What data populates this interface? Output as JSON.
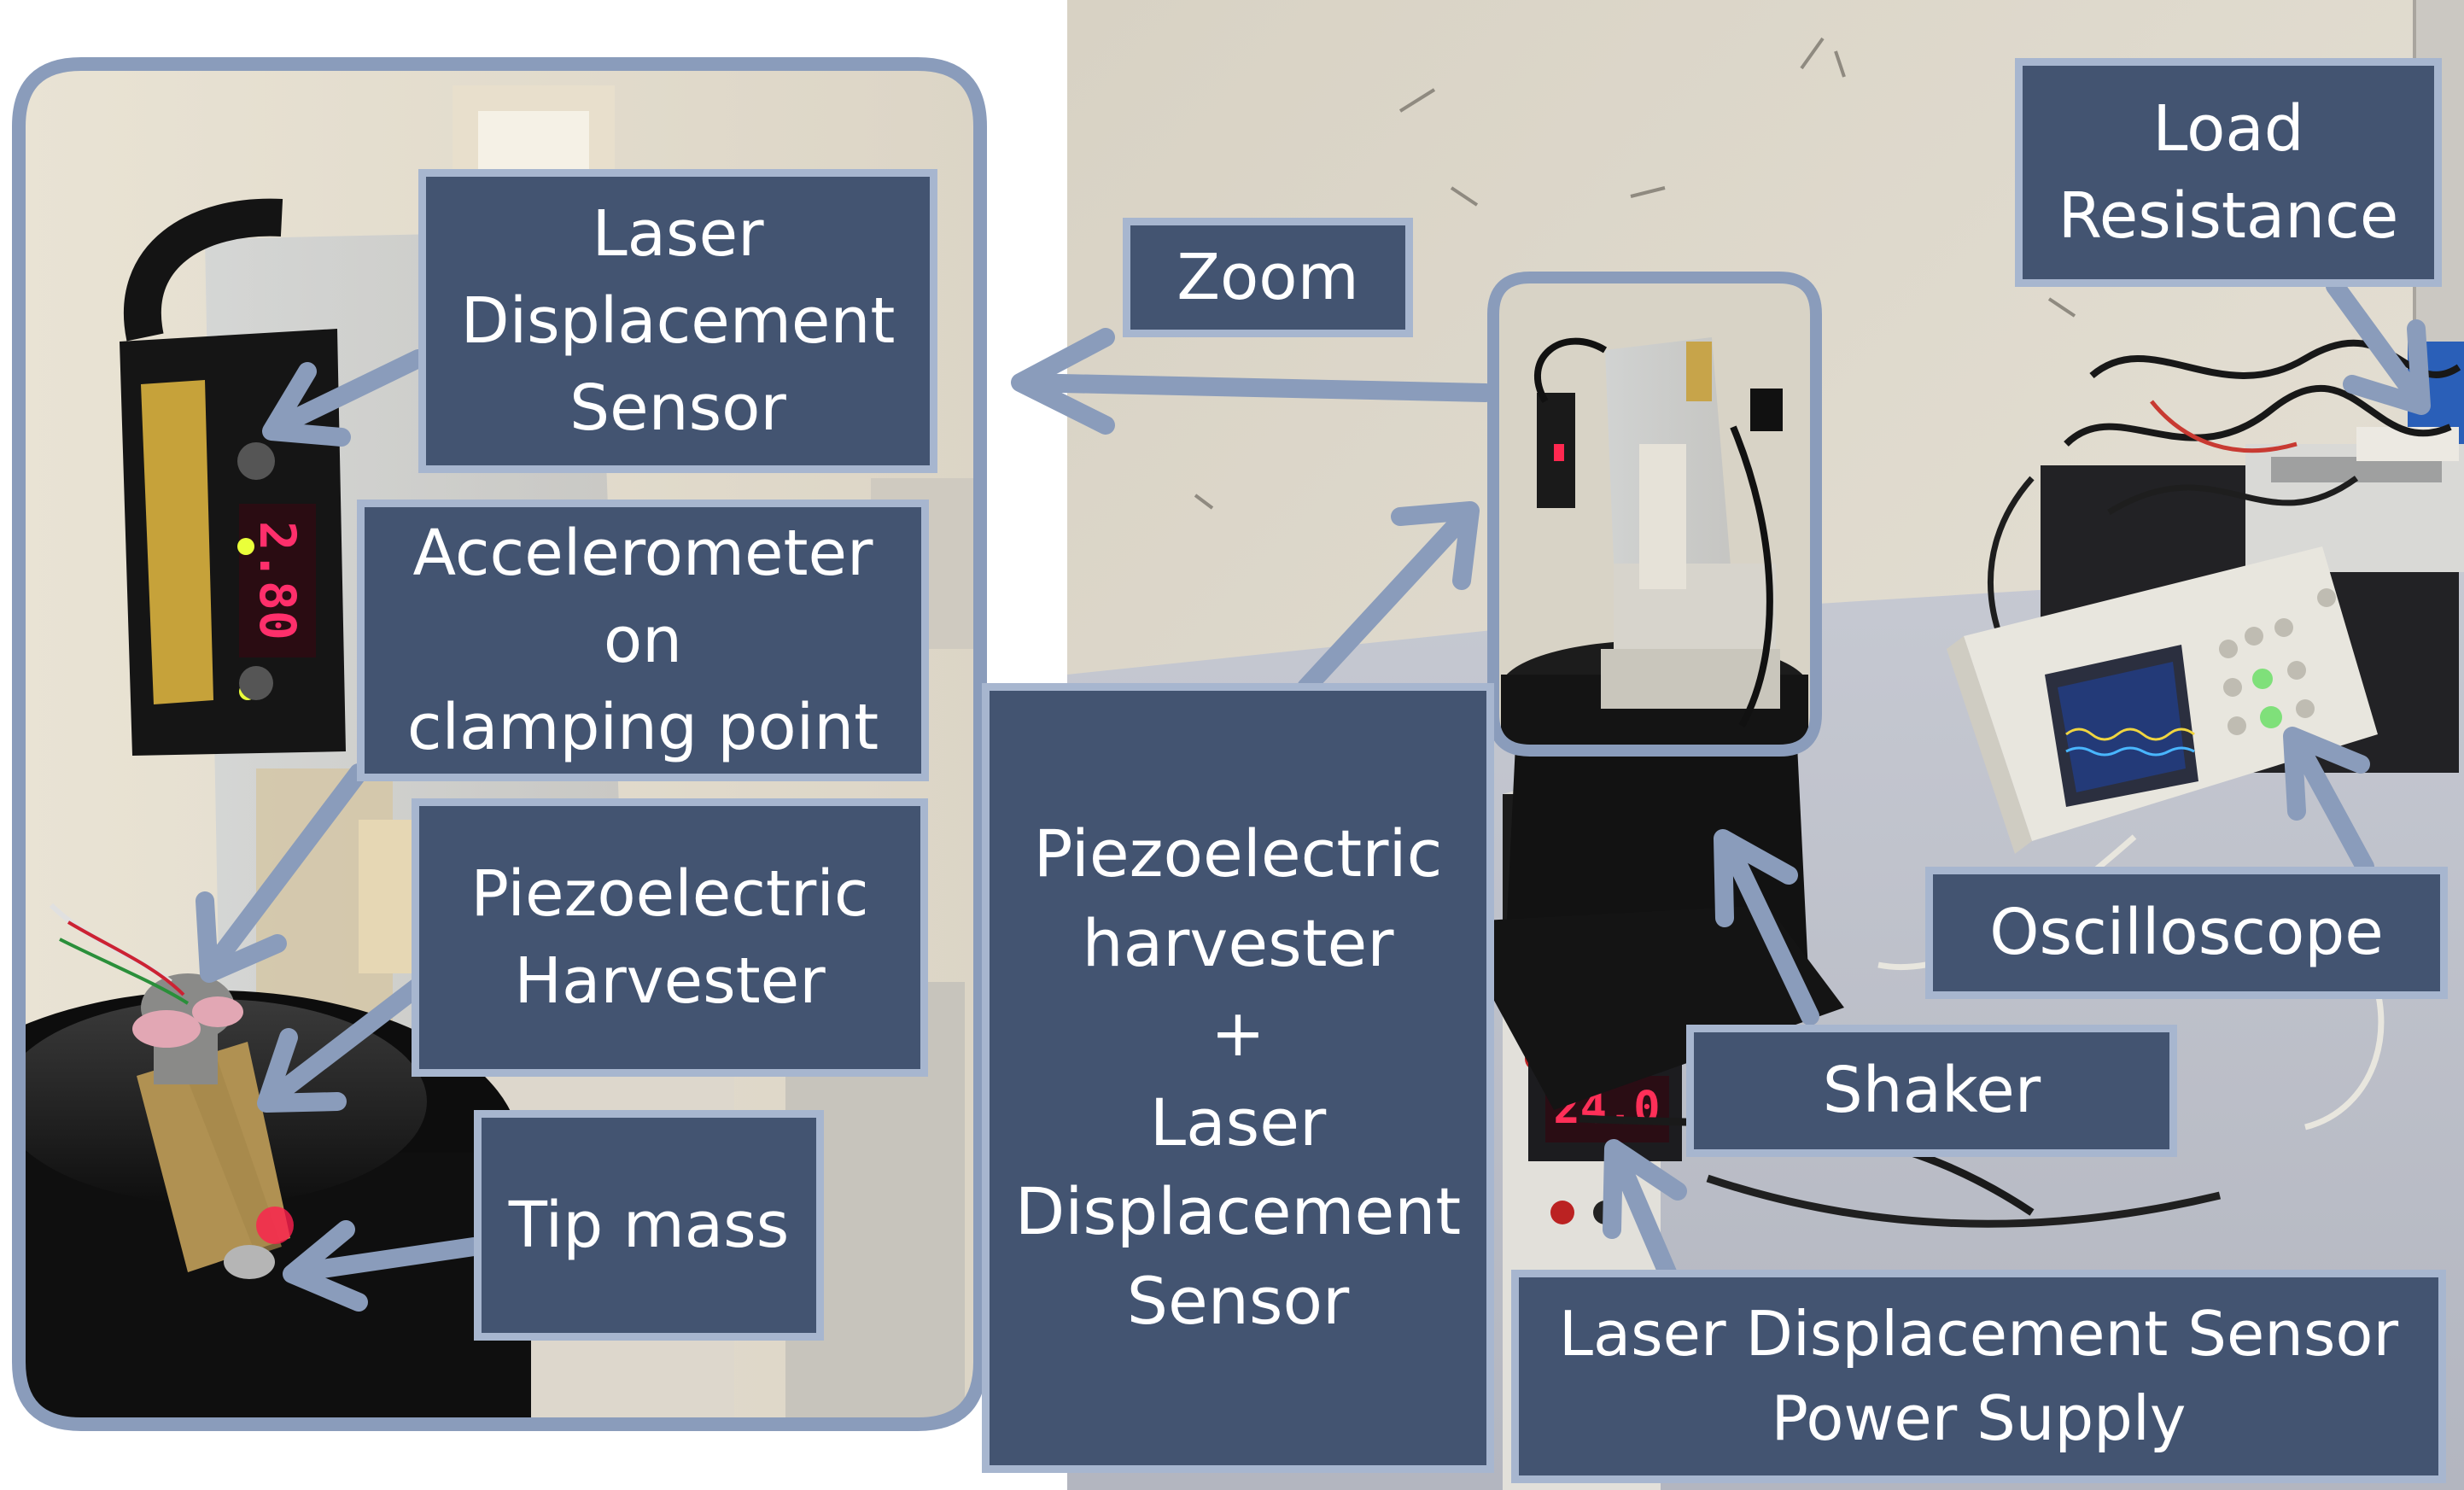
{
  "labels": {
    "laser_sensor": "Laser\nDisplacement\nSensor",
    "accelerometer": "Accelerometer\non\nclamping point",
    "piezo_harvester": "Piezoelectric\nHarvester",
    "tip_mass": "Tip mass",
    "zoom": "Zoom",
    "piezo_plus_laser": "Piezoelectric\nharvester\n+\nLaser\nDisplacement\nSensor",
    "load_resistance": "Load\nResistance",
    "oscilloscope": "Oscilloscope",
    "shaker": "Shaker",
    "power_supply": "Laser Displacement Sensor\nPower Supply"
  },
  "readouts": {
    "sensor_display": "2.80",
    "power_display": "24.0"
  },
  "colors": {
    "label_fill": "#435471",
    "label_border": "#a7b6cf",
    "arrow": "#8a9cbb",
    "frame": "#8a9cbb"
  }
}
